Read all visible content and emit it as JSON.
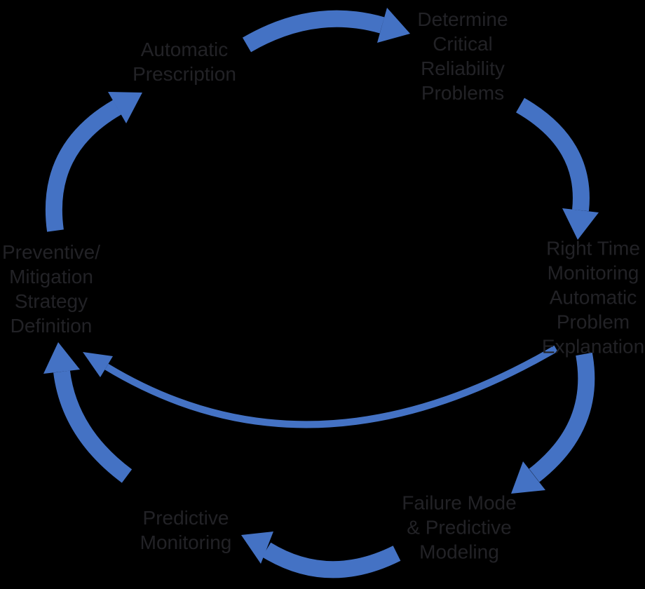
{
  "diagram": {
    "type": "cycle",
    "background_color": "#000000",
    "arrow_color": "#4472C4",
    "text_color": "#222226",
    "nodes": [
      {
        "id": "determine-critical-reliability-problems",
        "label": "Determine\nCritical\nReliability\nProblems"
      },
      {
        "id": "right-time-monitoring-automatic-problem-explanation",
        "label": "Right Time\nMonitoring\nAutomatic\nProblem\nExplanation"
      },
      {
        "id": "failure-mode-predictive-modeling",
        "label": "Failure Mode\n& Predictive\nModeling"
      },
      {
        "id": "predictive-monitoring",
        "label": "Predictive\nMonitoring"
      },
      {
        "id": "preventive-mitigation-strategy-definition",
        "label": "Preventive/\nMitigation\nStrategy\nDefinition"
      },
      {
        "id": "automatic-prescription",
        "label": "Automatic\nPrescription"
      }
    ],
    "arrows": [
      {
        "from": "automatic-prescription",
        "to": "determine-critical-reliability-problems",
        "style": "thick-arc"
      },
      {
        "from": "determine-critical-reliability-problems",
        "to": "right-time-monitoring-automatic-problem-explanation",
        "style": "thick-arc"
      },
      {
        "from": "right-time-monitoring-automatic-problem-explanation",
        "to": "failure-mode-predictive-modeling",
        "style": "thick-arc"
      },
      {
        "from": "failure-mode-predictive-modeling",
        "to": "predictive-monitoring",
        "style": "thick-arc"
      },
      {
        "from": "predictive-monitoring",
        "to": "preventive-mitigation-strategy-definition",
        "style": "thick-arc"
      },
      {
        "from": "preventive-mitigation-strategy-definition",
        "to": "automatic-prescription",
        "style": "thick-arc"
      },
      {
        "from": "right-time-monitoring-automatic-problem-explanation",
        "to": "preventive-mitigation-strategy-definition",
        "style": "thin-swoosh"
      }
    ]
  }
}
